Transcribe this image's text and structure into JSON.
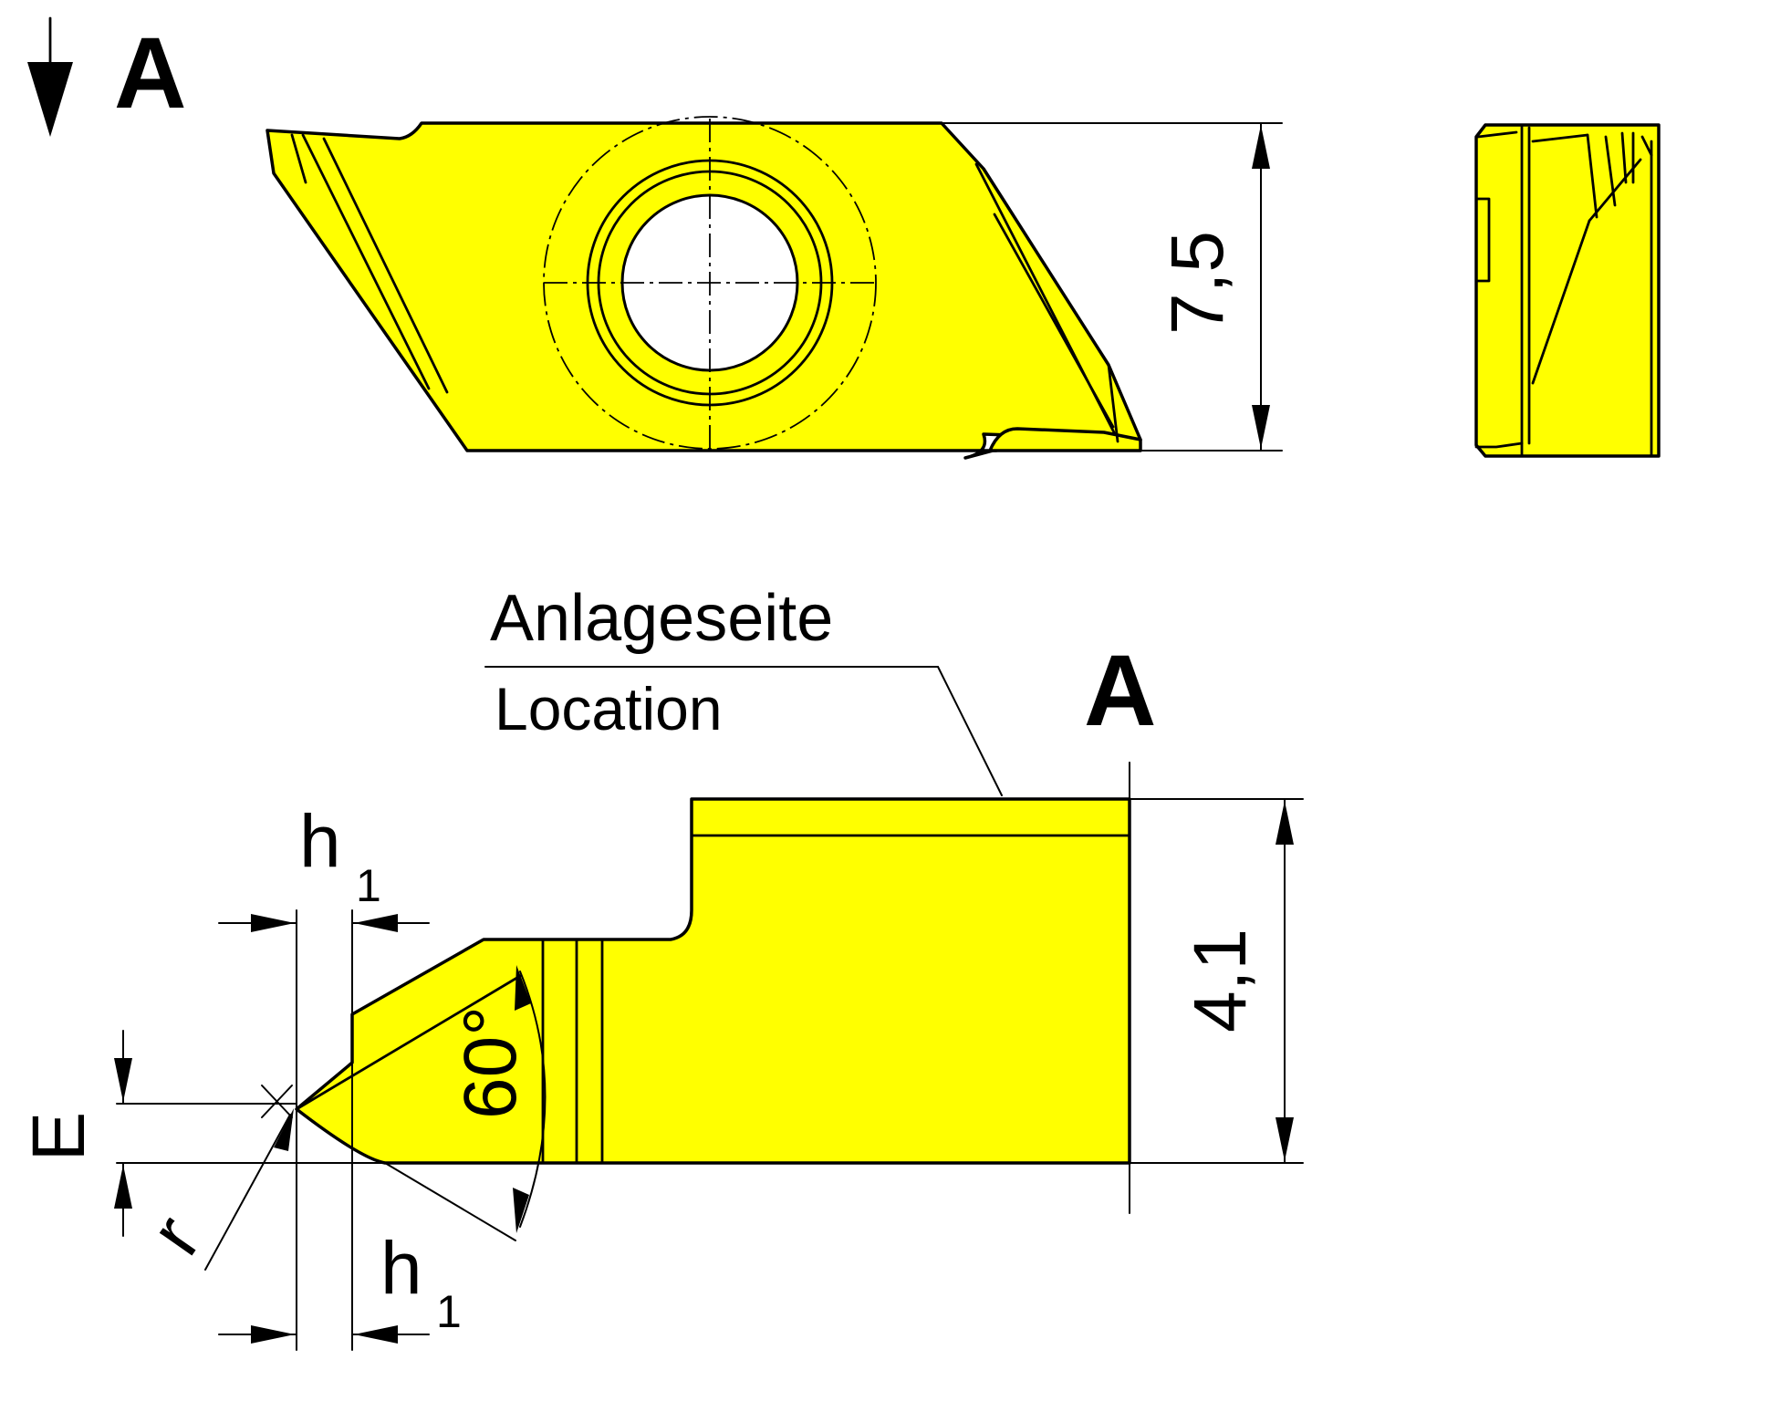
{
  "view_marker": {
    "letter": "A"
  },
  "section_label": {
    "letter": "A"
  },
  "location_note": {
    "de": "Anlageseite",
    "en": "Location"
  },
  "dimensions": {
    "height_top_view": "7,5",
    "height_side_view": "4,1",
    "angle": "60°",
    "h1_symbol": "h",
    "h1_subscript": "1",
    "radius_symbol": "r",
    "e_symbol": "E"
  },
  "colors": {
    "insert_fill": "#ffff00",
    "line": "#000000",
    "background": "#ffffff"
  }
}
